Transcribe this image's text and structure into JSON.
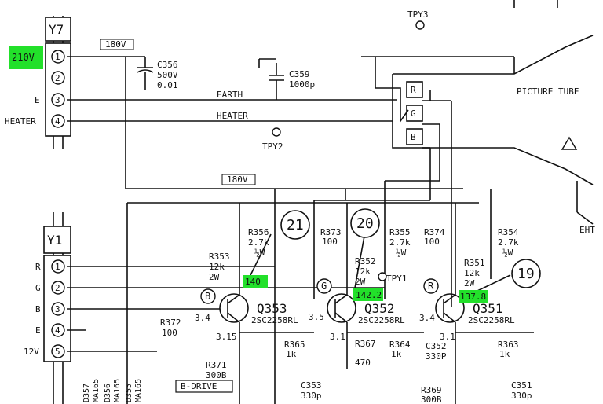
{
  "connectors": {
    "y7": {
      "label": "Y7",
      "pins": [
        {
          "num": "1",
          "signal": "210V"
        },
        {
          "num": "2",
          "signal": ""
        },
        {
          "num": "3",
          "signal": "E"
        },
        {
          "num": "4",
          "signal": "HEATER"
        }
      ]
    },
    "y1": {
      "label": "Y1",
      "pins": [
        {
          "num": "1",
          "signal": "R"
        },
        {
          "num": "2",
          "signal": "G"
        },
        {
          "num": "3",
          "signal": "B"
        },
        {
          "num": "4",
          "signal": "E"
        },
        {
          "num": "5",
          "signal": "12V"
        }
      ]
    }
  },
  "rails": {
    "top": "180V",
    "mid": "180V",
    "earth": "EARTH",
    "heater": "HEATER"
  },
  "testpoints": {
    "tpy1": "TPY1",
    "tpy2": "TPY2",
    "tpy3": "TPY3"
  },
  "picture_tube": {
    "label": "PICTURE TUBE",
    "cathodes": [
      "R",
      "G",
      "B"
    ],
    "eht": "EHT",
    "warning_icon": "warning-triangle-icon"
  },
  "caps": {
    "c356": [
      "C356",
      "500V",
      "0.01"
    ],
    "c359": [
      "C359",
      "1000p"
    ],
    "c352": [
      "C352",
      "330P"
    ],
    "c353": [
      "C353",
      "330p"
    ],
    "c351": [
      "C351",
      "330p"
    ]
  },
  "resistors": {
    "r356": [
      "R356",
      "2.7k",
      "½W"
    ],
    "r373": [
      "R373",
      "100"
    ],
    "r355": [
      "R355",
      "2.7k",
      "½W"
    ],
    "r374": [
      "R374",
      "100"
    ],
    "r354": [
      "R354",
      "2.7k",
      "½W"
    ],
    "r353": [
      "R353",
      "12k",
      "2W"
    ],
    "r352": [
      "R352",
      "12k",
      "2W"
    ],
    "r351": [
      "R351",
      "12k",
      "2W"
    ],
    "r372": [
      "R372",
      "100"
    ],
    "r365": [
      "R365",
      "1k"
    ],
    "r367": [
      "R367",
      "470"
    ],
    "r364": [
      "R364",
      "1k"
    ],
    "r363": [
      "R363",
      "1k"
    ],
    "r371": [
      "R371",
      "300B"
    ],
    "r369": [
      "R369",
      "300B"
    ]
  },
  "transistors": {
    "q353": {
      "name": "Q353",
      "type": "2SC2258RL",
      "channel": "B",
      "vb": "3.4",
      "ve": "3.15",
      "vc": "140"
    },
    "q352": {
      "name": "Q352",
      "type": "2SC2258RL",
      "channel": "G",
      "vb": "3.5",
      "ve": "3.1",
      "vc": "142.2"
    },
    "q351": {
      "name": "Q351",
      "type": "2SC2258RL",
      "channel": "R",
      "vb": "3.4",
      "ve": "3.1",
      "vc": "137.8"
    }
  },
  "callouts": [
    "21",
    "20",
    "19"
  ],
  "diodes": [
    "D357",
    "MA165",
    "D356",
    "MA165",
    "D355",
    "MA165"
  ],
  "labels": {
    "b_drive": "B-DRIVE"
  },
  "highlight_color": "#22e02a"
}
